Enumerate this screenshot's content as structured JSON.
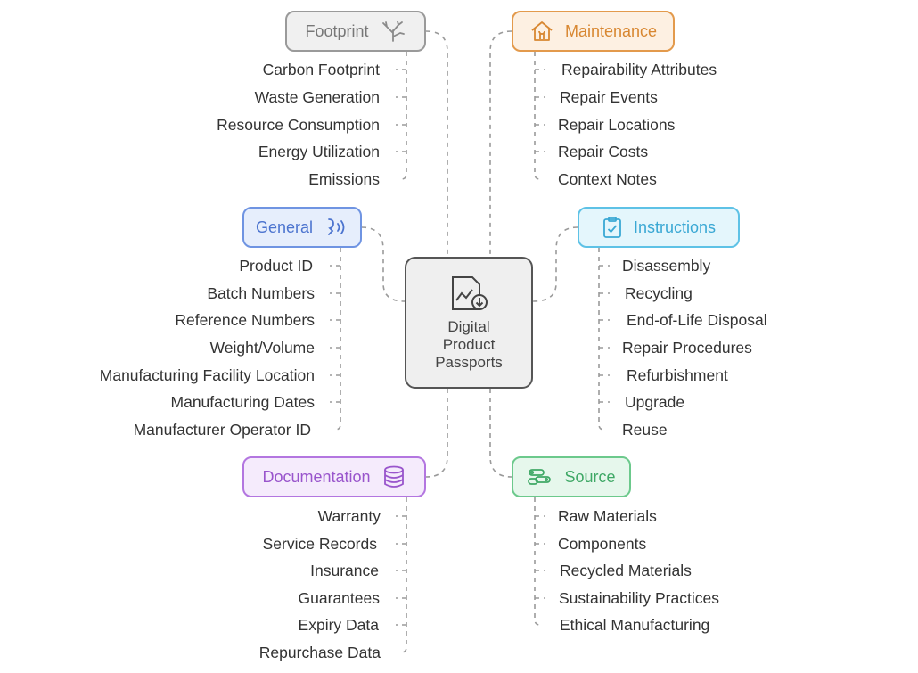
{
  "center": {
    "lines": [
      "Digital",
      "Product",
      "Passports"
    ]
  },
  "branches": [
    {
      "id": "footprint",
      "label": "Footprint",
      "icon": "tree-icon",
      "color": "#9a9a9a",
      "fill": "#f0f0f0",
      "text": "#777777",
      "items": [
        "Carbon Footprint",
        "Waste Generation",
        "Resource Consumption",
        "Energy Utilization",
        "Emissions"
      ]
    },
    {
      "id": "maintenance",
      "label": "Maintenance",
      "icon": "house-wrench-icon",
      "color": "#e39a4c",
      "fill": "#fdf0e2",
      "text": "#d88731",
      "items": [
        "Repairability Attributes",
        "Repair Events",
        "Repair Locations",
        "Repair Costs",
        "Context Notes"
      ]
    },
    {
      "id": "general",
      "label": "General",
      "icon": "hand-signal-icon",
      "color": "#6f94e2",
      "fill": "#e6eefc",
      "text": "#4c74cf",
      "items": [
        "Product ID",
        "Batch Numbers",
        "Reference Numbers",
        "Weight/Volume",
        "Manufacturing Facility Location",
        "Manufacturing Dates",
        "Manufacturer Operator ID"
      ]
    },
    {
      "id": "instructions",
      "label": "Instructions",
      "icon": "clipboard-check-icon",
      "color": "#5ec2e6",
      "fill": "#e4f6fc",
      "text": "#3aa8d4",
      "items": [
        "Disassembly",
        "Recycling",
        "End-of-Life Disposal",
        "Repair Procedures",
        "Refurbishment",
        "Upgrade",
        "Reuse"
      ]
    },
    {
      "id": "documentation",
      "label": "Documentation",
      "icon": "database-icon",
      "color": "#b376e0",
      "fill": "#f5ebfc",
      "text": "#9955cc",
      "items": [
        "Warranty",
        "Service Records",
        "Insurance",
        "Guarantees",
        "Expiry Data",
        "Repurchase Data"
      ]
    },
    {
      "id": "source",
      "label": "Source",
      "icon": "log-pile-icon",
      "color": "#6cc98c",
      "fill": "#e6f7ec",
      "text": "#3fa866",
      "items": [
        "Raw Materials",
        "Components",
        "Recycled Materials",
        "Sustainability Practices",
        "Ethical Manufacturing"
      ]
    }
  ]
}
